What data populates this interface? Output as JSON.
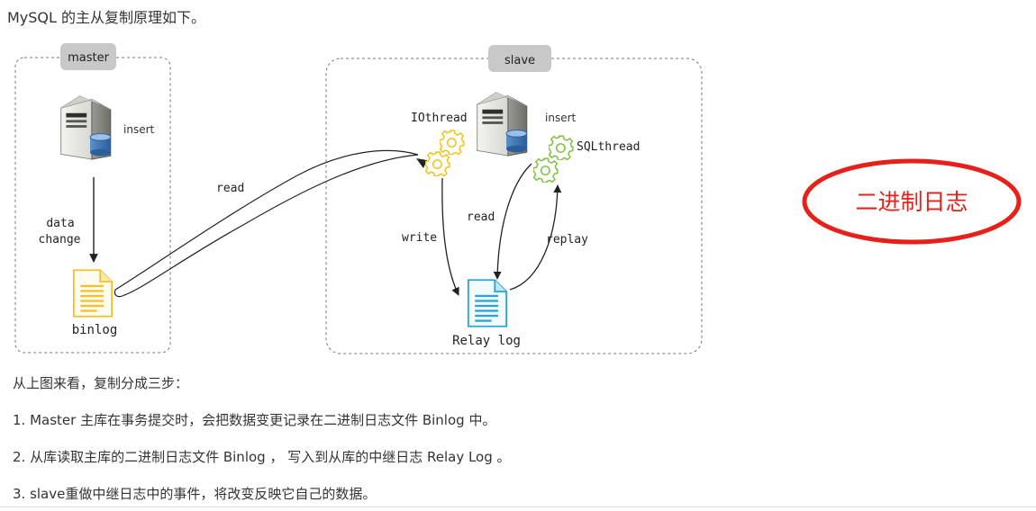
{
  "intro": "MySQL 的主从复制原理如下。",
  "diagram": {
    "master_label": "master",
    "slave_label": "slave",
    "master_insert": "insert",
    "slave_insert": "insert",
    "data_change_line1": "data",
    "data_change_line2": "change",
    "binlog": "binlog",
    "read_master": "read",
    "iothread": "IOthread",
    "sqlthread": "SQLthread",
    "write": "write",
    "read_slave": "read",
    "replay": "replay",
    "relay_log": "Relay log",
    "annotation": "二进制日志"
  },
  "steps": {
    "heading": "从上图来看，复制分成三步：",
    "items": [
      "1.  Master 主库在事务提交时，会把数据变更记录在二进制日志文件 Binlog 中。",
      "2.  从库读取主库的二进制日志文件 Binlog ， 写入到从库的中继日志 Relay Log 。",
      "3.  slave重做中继日志中的事件，将改变反映它自己的数据。"
    ]
  },
  "colors": {
    "annotation_red": "#e8201a",
    "gear_yellow": "#f3c21b",
    "gear_green": "#7fc241",
    "doc_yellow": "#f6c02a",
    "doc_blue": "#2aa3d8"
  }
}
